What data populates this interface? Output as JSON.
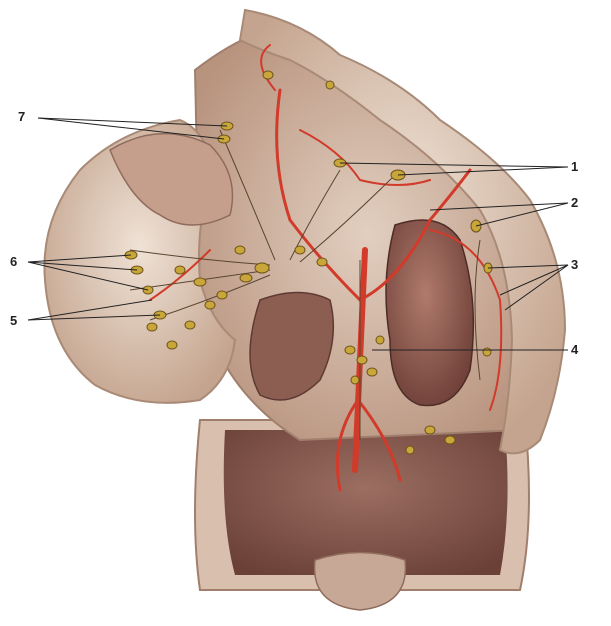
{
  "labels": {
    "l1": "1",
    "l2": "2",
    "l3": "3",
    "l4": "4",
    "l5": "5",
    "l6": "6",
    "l7": "7"
  },
  "colors": {
    "background": "#ffffff",
    "tissue": "#c9a896",
    "colon": "#d8c2b0",
    "kidney": "#8a5a50",
    "artery": "#d23a2a",
    "lymph_node": "#c9a63a",
    "callout_line": "#222222"
  }
}
